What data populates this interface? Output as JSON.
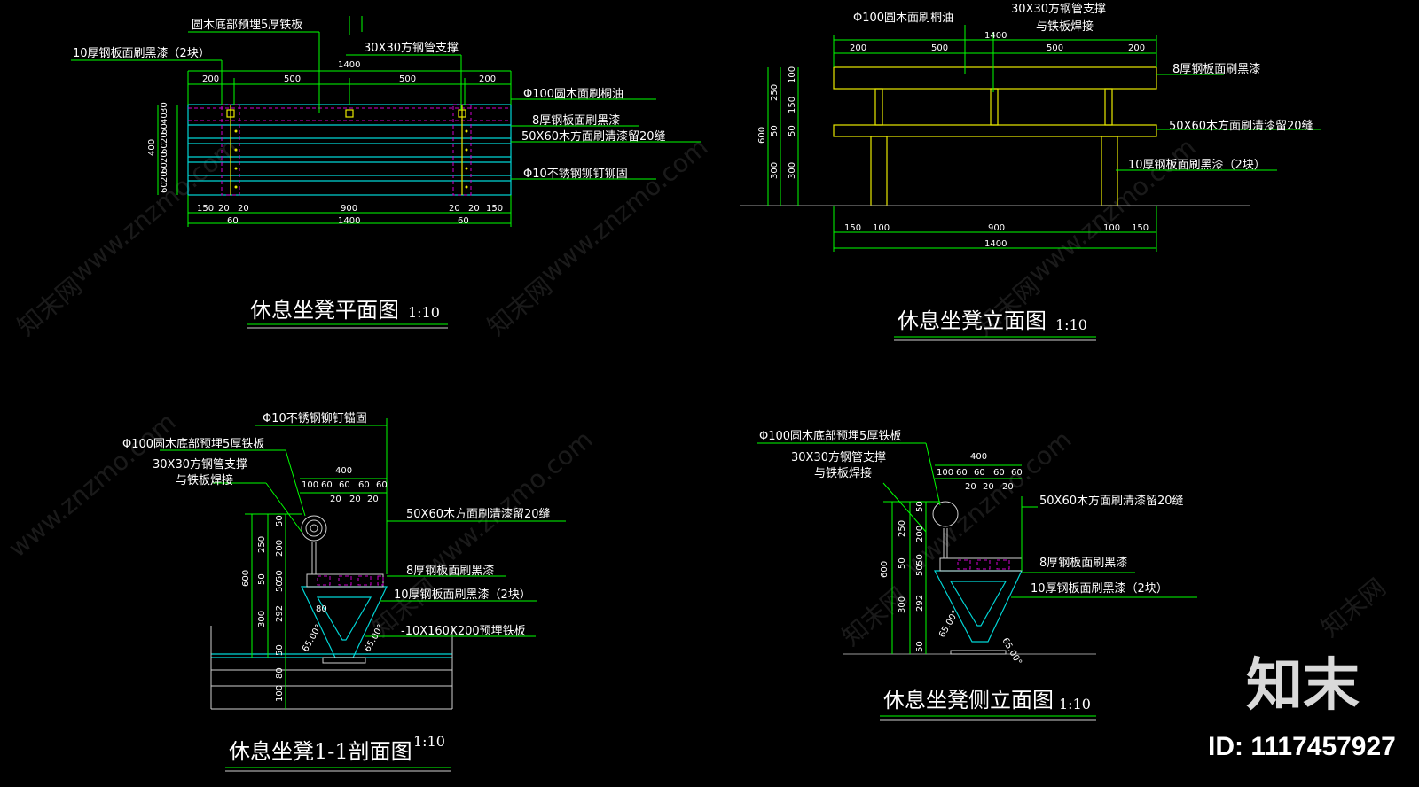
{
  "watermark": {
    "site": "www.znzmo.com",
    "cn": "知末网",
    "brand": "知末",
    "id": "ID: 1117457927"
  },
  "views": {
    "plan": {
      "title": "休息坐凳平面图",
      "scale": "1:10",
      "labels": [
        "圆木底部预埋5厚铁板",
        "10厚钢板面刷黑漆（2块）",
        "30X30方钢管支撑",
        "Φ100圆木面刷桐油",
        "8厚钢板面刷黑漆",
        "50X60木方面刷清漆留20缝",
        "Φ10不锈钢铆钉铆固"
      ],
      "dims_top": [
        "200",
        "500",
        "500",
        "200"
      ],
      "total_top": "1400",
      "dims_bottom": [
        "150",
        "20",
        "20",
        "900",
        "20",
        "20",
        "150"
      ],
      "sub_bottom": [
        "60",
        "60"
      ],
      "total_bottom": "1400",
      "dims_left": [
        "30",
        "40",
        "60",
        "20",
        "60",
        "20",
        "60",
        "20",
        "60"
      ],
      "total_left": "400"
    },
    "elevation": {
      "title": "休息坐凳立面图",
      "scale": "1:10",
      "labels": [
        "Φ100圆木面刷桐油",
        "30X30方钢管支撑",
        "与铁板焊接",
        "8厚钢板面刷黑漆",
        "50X60木方面刷清漆留20缝",
        "10厚钢板面刷黑漆（2块）"
      ],
      "dims_top": [
        "200",
        "500",
        "500",
        "200"
      ],
      "total_top": "1400",
      "dims_bottom": [
        "150",
        "100",
        "900",
        "100",
        "150"
      ],
      "total_bottom": "1400",
      "dims_left": [
        "100",
        "150",
        "50",
        "300"
      ],
      "dims_left2": [
        "250",
        "50",
        "300"
      ],
      "total_left": "600"
    },
    "section": {
      "title": "休息坐凳1-1剖面图",
      "scale": "1:10",
      "labels": [
        "Φ10不锈钢铆钉锚固",
        "Φ100圆木底部预埋5厚铁板",
        "30X30方钢管支撑",
        "与铁板焊接",
        "50X60木方面刷清漆留20缝",
        "8厚钢板面刷黑漆",
        "10厚钢板面刷黑漆（2块）",
        "-10X160X200预埋铁板"
      ],
      "dims_top": [
        "100",
        "60",
        "60",
        "60",
        "60"
      ],
      "dims_top_gaps": [
        "20",
        "20",
        "20"
      ],
      "total_top": "400",
      "dims_left": [
        "250",
        "50",
        "300"
      ],
      "dims_left2": [
        "50",
        "200",
        "50",
        "50",
        "292",
        "50"
      ],
      "total_left": "600",
      "dims_ground": [
        "80",
        "100"
      ],
      "small": [
        "80",
        "65.00°",
        "65.00°"
      ]
    },
    "side": {
      "title": "休息坐凳侧立面图",
      "scale": "1:10",
      "labels": [
        "Φ100圆木底部预埋5厚铁板",
        "30X30方钢管支撑",
        "与铁板焊接",
        "50X60木方面刷清漆留20缝",
        "8厚钢板面刷黑漆",
        "10厚钢板面刷黑漆（2块）"
      ],
      "dims_top": [
        "100",
        "60",
        "60",
        "60",
        "60"
      ],
      "dims_top_gaps": [
        "20",
        "20",
        "20"
      ],
      "total_top": "400",
      "dims_left": [
        "250",
        "50",
        "300"
      ],
      "dims_left2": [
        "50",
        "200",
        "50",
        "50",
        "292",
        "50"
      ],
      "total_left": "600",
      "small": [
        "65.00°",
        "65.00°"
      ]
    }
  }
}
